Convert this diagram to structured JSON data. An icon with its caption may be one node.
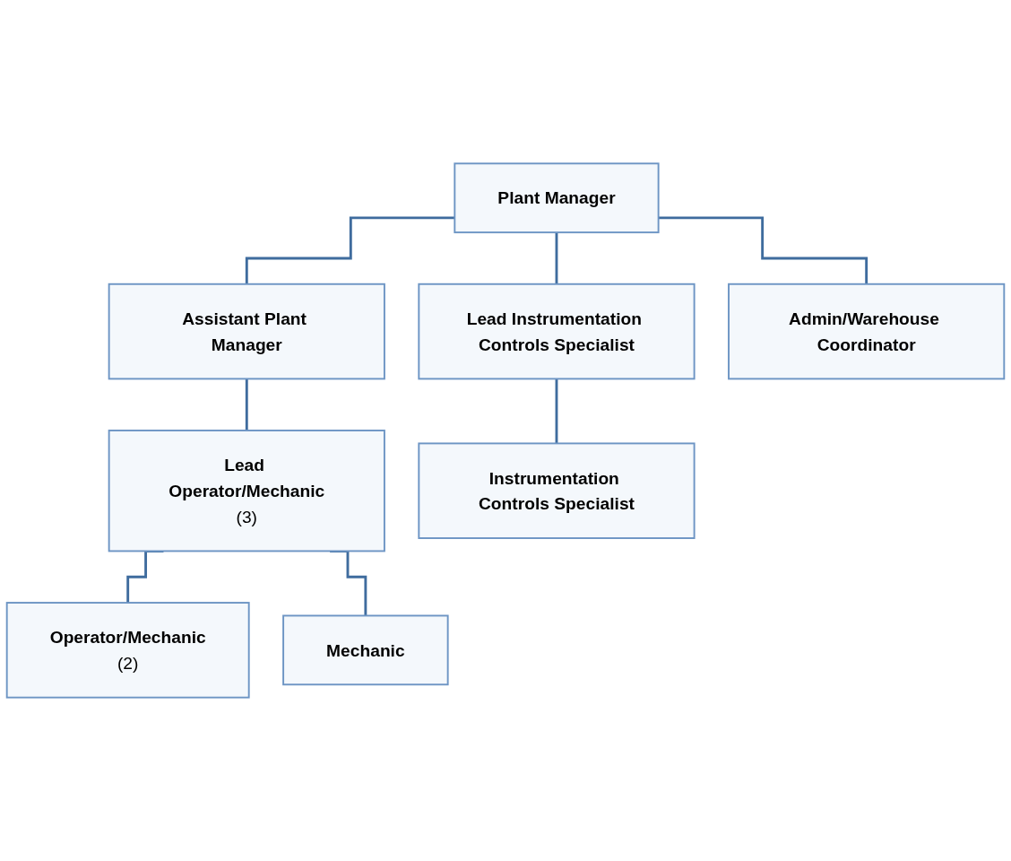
{
  "diagram": {
    "nodes": [
      {
        "text": [
          "Plant Manager"
        ]
      },
      {
        "text": [
          "Assistant Plant Manager"
        ]
      },
      {
        "text": [
          "Lead Instrumentation Controls Specialist"
        ]
      },
      {
        "text": [
          "Admin/Warehouse Coordinator"
        ]
      },
      {
        "text": [
          "Lead Operator/Mechanic",
          "(3)"
        ]
      },
      {
        "text": [
          "Instrumentation Controls Specialist"
        ]
      },
      {
        "text": [
          "Operator/Mechanic",
          "(2)"
        ]
      },
      {
        "text": [
          "Mechanic"
        ]
      }
    ],
    "edges": [
      {
        "from": 0,
        "to": 1,
        "arrow": "none"
      },
      {
        "from": 0,
        "to": 2,
        "arrow": "none"
      },
      {
        "from": 0,
        "to": 3,
        "arrow": "none"
      },
      {
        "from": 1,
        "to": 4,
        "arrow": "none"
      },
      {
        "from": 2,
        "to": 5,
        "arrow": "none"
      },
      {
        "from": 4,
        "to": 6,
        "arrow": "none"
      },
      {
        "from": 4,
        "to": 7,
        "arrow": "none"
      }
    ]
  }
}
